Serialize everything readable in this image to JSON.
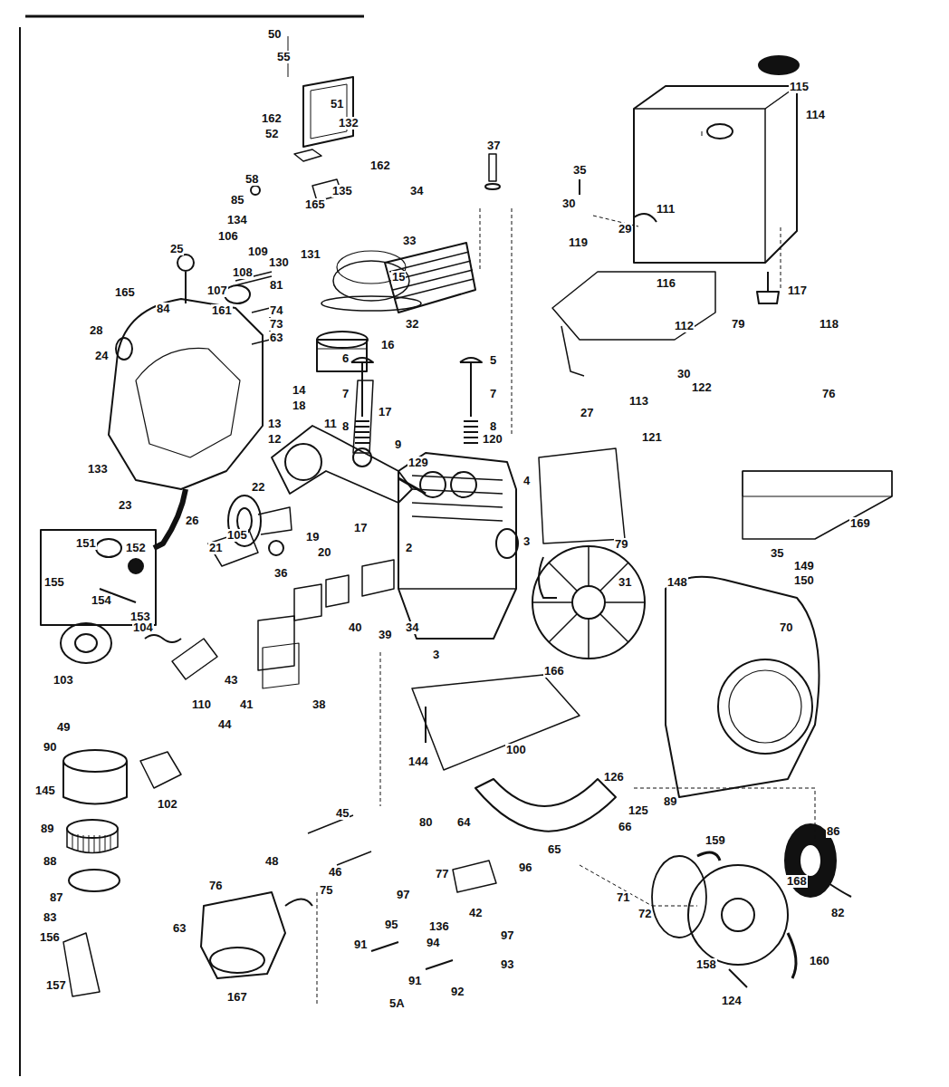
{
  "diagram": {
    "labels": [
      "50",
      "55",
      "51",
      "162",
      "132",
      "52",
      "58",
      "162",
      "85",
      "134",
      "165",
      "135",
      "34",
      "37",
      "35",
      "30",
      "111",
      "29",
      "119",
      "115",
      "114",
      "116",
      "117",
      "118",
      "79",
      "112",
      "30",
      "122",
      "113",
      "27",
      "76",
      "169",
      "106",
      "109",
      "130",
      "131",
      "15",
      "25",
      "108",
      "81",
      "107",
      "165",
      "84",
      "161",
      "74",
      "73",
      "63",
      "28",
      "24",
      "33",
      "16",
      "32",
      "6",
      "5",
      "14",
      "18",
      "17",
      "7",
      "7",
      "8",
      "8",
      "13",
      "11",
      "12",
      "129",
      "133",
      "23",
      "9",
      "120",
      "121",
      "4",
      "22",
      "26",
      "21",
      "17",
      "19",
      "20",
      "3",
      "79",
      "2",
      "31",
      "35",
      "149",
      "150",
      "148",
      "70",
      "151",
      "152",
      "155",
      "154",
      "153",
      "36",
      "105",
      "40",
      "39",
      "34",
      "3",
      "166",
      "103",
      "104",
      "43",
      "110",
      "41",
      "38",
      "44",
      "49",
      "90",
      "102",
      "145",
      "89",
      "88",
      "87",
      "83",
      "156",
      "157",
      "144",
      "100",
      "64",
      "126",
      "125",
      "89",
      "66",
      "86",
      "82",
      "45",
      "80",
      "48",
      "46",
      "76",
      "75",
      "97",
      "77",
      "96",
      "63",
      "167",
      "95",
      "136",
      "42",
      "97",
      "94",
      "65",
      "159",
      "71",
      "72",
      "158",
      "168",
      "160",
      "124",
      "91",
      "91",
      "92",
      "93",
      "5A"
    ]
  }
}
